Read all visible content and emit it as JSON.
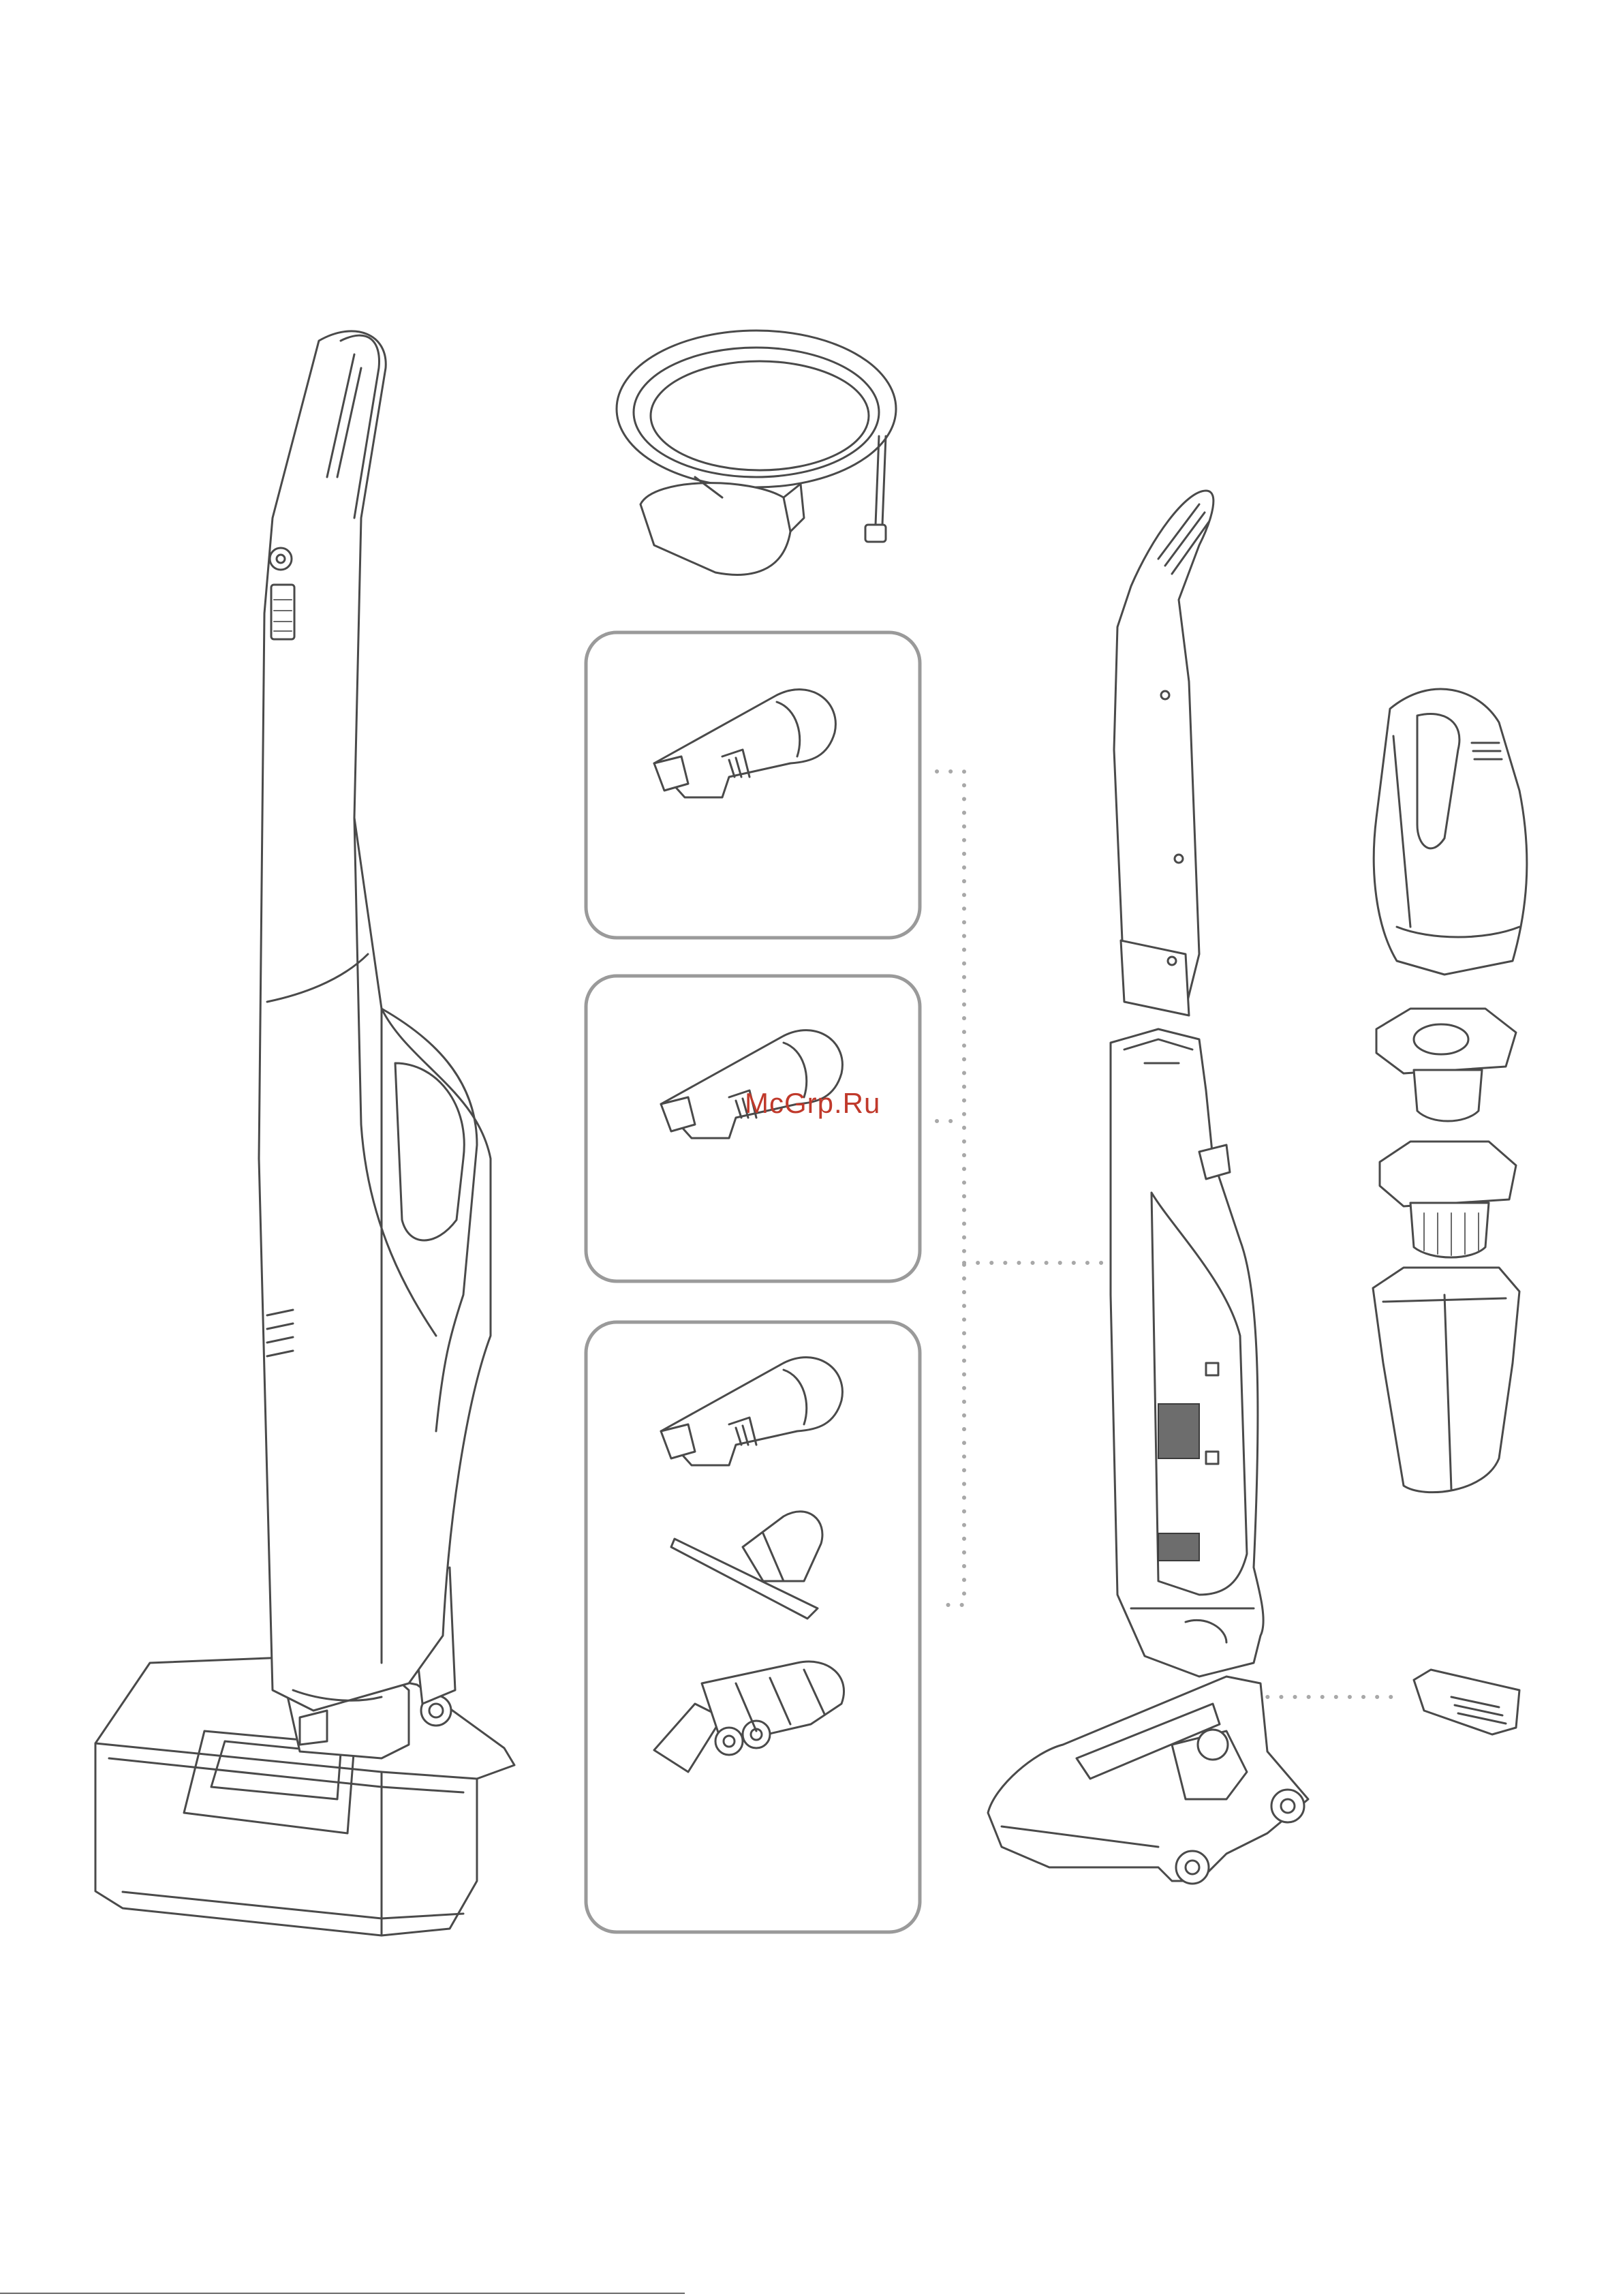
{
  "watermark": {
    "text": "McGrp.Ru",
    "color": "#c0392b"
  },
  "colors": {
    "line": "#4a4a4a",
    "box": "#9a9a9a",
    "dots": "#a8a8a8",
    "dark_part": "#6d6d6d",
    "background": "#ffffff"
  },
  "parts": {
    "assembled_vacuum": "assembled-stick-vacuum",
    "charger": "charger-adapter-with-cable",
    "accessory_box_1": [
      "crevice-nozzle"
    ],
    "accessory_box_2": [
      "crevice-nozzle"
    ],
    "accessory_box_3": [
      "crevice-nozzle",
      "upholstery-nozzle",
      "turbo-nozzle"
    ],
    "handle_section": "upper-handle",
    "main_body": "main-body-open",
    "handheld_unit": "handheld-unit",
    "filter_cap": "filter-cap",
    "filter": "cyclone-filter",
    "dust_container": "dust-container",
    "floor_nozzle": "floor-nozzle-base",
    "nozzle_latch": "nozzle-latch-part"
  }
}
